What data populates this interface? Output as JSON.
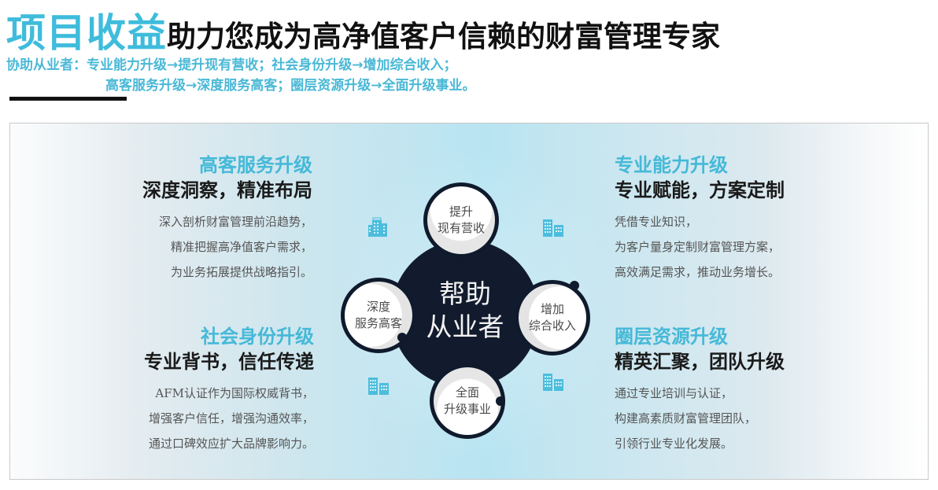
{
  "header": {
    "title_accent": "项目收益",
    "title_main": "助力您成为高净值客户信赖的财富管理专家",
    "subtitle_line1": "协助从业者：专业能力升级→提升现有营收；社会身份升级→增加综合收入；",
    "subtitle_line2": "高客服务升级→深度服务高客；圈层资源升级→全面升级事业。"
  },
  "colors": {
    "accent": "#3fbcdc",
    "title_dark": "#111111",
    "hub_navy": "#121b2e",
    "body_gray": "#555555",
    "panel_border": "#c9c9c9"
  },
  "hub": {
    "line1": "帮助",
    "line2": "从业者"
  },
  "nodes": [
    {
      "position": "top",
      "line1": "提升",
      "line2": "现有营收"
    },
    {
      "position": "left",
      "line1": "深度",
      "line2": "服务高客"
    },
    {
      "position": "right",
      "line1": "增加",
      "line2": "综合收入"
    },
    {
      "position": "bottom",
      "line1": "全面",
      "line2": "升级事业"
    }
  ],
  "blocks": {
    "top_left": {
      "tag": "高客服务升级",
      "head": "深度洞察，精准布局",
      "lines": [
        "深入剖析财富管理前沿趋势，",
        "精准把握高净值客户需求，",
        "为业务拓展提供战略指引。"
      ]
    },
    "bottom_left": {
      "tag": "社会身份升级",
      "head": "专业背书，信任传递",
      "lines": [
        "AFM认证作为国际权威背书，",
        "增强客户信任，增强沟通效率，",
        "通过口碑效应扩大品牌影响力。"
      ]
    },
    "top_right": {
      "tag": "专业能力升级",
      "head": "专业赋能，方案定制",
      "lines": [
        "凭借专业知识，",
        "为客户量身定制财富管理方案，",
        "高效满足需求，推动业务增长。"
      ]
    },
    "bottom_right": {
      "tag": "圈层资源升级",
      "head": "精英汇聚，团队升级",
      "lines": [
        "通过专业培训与认证，",
        "构建高素质财富管理团队，",
        "引领行业专业化发展。"
      ]
    }
  },
  "icons": {
    "building_top_left": "office-building-icon",
    "building_top_right": "buildings-icon",
    "building_bottom_left": "buildings-icon",
    "building_bottom_right": "buildings-icon"
  }
}
